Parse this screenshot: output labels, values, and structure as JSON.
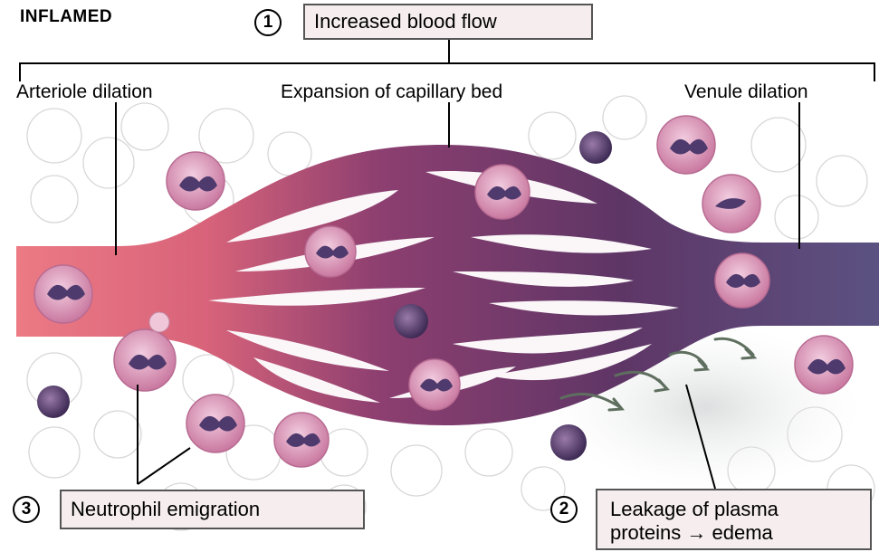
{
  "title": "INFLAMED",
  "labels": {
    "arteriole": "Arteriole dilation",
    "capillary": "Expansion of capillary bed",
    "venule": "Venule dilation"
  },
  "callouts": [
    {
      "number": "1",
      "text": "Increased blood flow"
    },
    {
      "number": "2",
      "line1": "Leakage of plasma",
      "line2": "proteins → edema"
    },
    {
      "number": "3",
      "text": "Neutrophil emigration"
    }
  ],
  "colors": {
    "arteriole": "#e8707a",
    "capillary": "#8a3d72",
    "venule": "#5b4a7c",
    "neutrophil_cell": "#d79ab8",
    "neutrophil_nucleus": "#4f3a6e",
    "edema_arrow": "#6b7a6b"
  }
}
